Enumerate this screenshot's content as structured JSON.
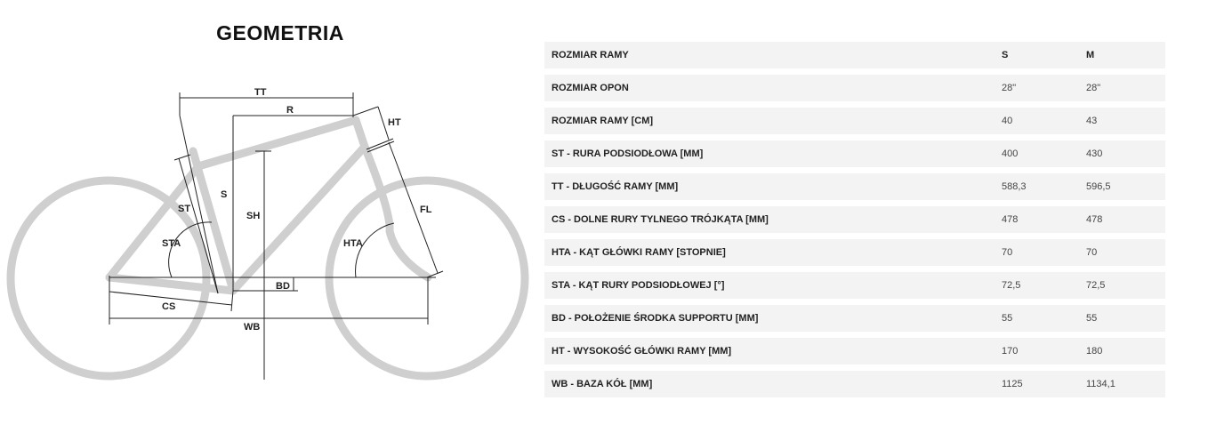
{
  "title": "GEOMETRIA",
  "diagram_labels": {
    "tt": "TT",
    "r": "R",
    "ht": "HT",
    "s": "S",
    "sh": "SH",
    "st": "ST",
    "fl": "FL",
    "sta": "STA",
    "hta": "HTA",
    "bd": "BD",
    "cs": "CS",
    "wb": "WB"
  },
  "table": {
    "header": {
      "label": "ROZMIAR RAMY",
      "s": "S",
      "m": "M"
    },
    "rows": [
      {
        "label": "ROZMIAR OPON",
        "s": "28\"",
        "m": "28\""
      },
      {
        "label": "ROZMIAR RAMY [CM]",
        "s": "40",
        "m": "43"
      },
      {
        "label": "ST - RURA PODSIODŁOWA [MM]",
        "s": "400",
        "m": "430"
      },
      {
        "label": "TT - DŁUGOŚĆ RAMY [MM]",
        "s": "588,3",
        "m": "596,5"
      },
      {
        "label": "CS - DOLNE RURY TYLNEGO TRÓJKĄTA [MM]",
        "s": "478",
        "m": "478"
      },
      {
        "label": "HTA - KĄT GŁÓWKI RAMY [STOPNIE]",
        "s": "70",
        "m": "70"
      },
      {
        "label": "STA - KĄT RURY PODSIODŁOWEJ [°]",
        "s": "72,5",
        "m": "72,5"
      },
      {
        "label": "BD - POŁOŻENIE ŚRODKA SUPPORTU [MM]",
        "s": "55",
        "m": "55"
      },
      {
        "label": "HT - WYSOKOŚĆ GŁÓWKI RAMY [MM]",
        "s": "170",
        "m": "180"
      },
      {
        "label": "WB - BAZA KÓŁ [MM]",
        "s": "1125",
        "m": "1134,1"
      }
    ]
  }
}
